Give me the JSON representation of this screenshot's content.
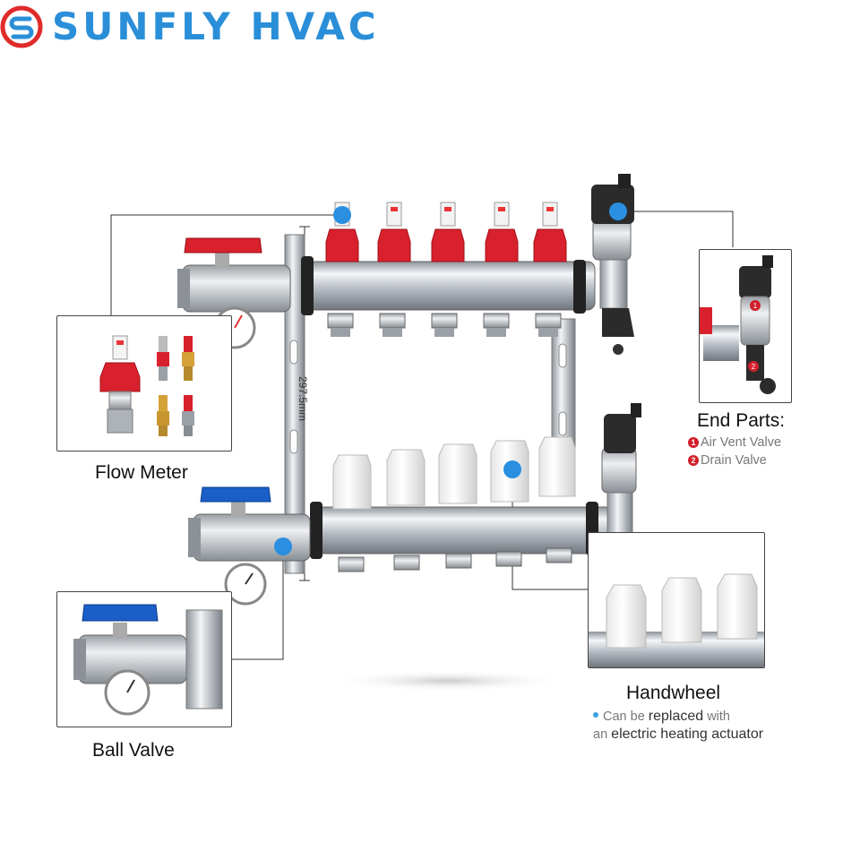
{
  "brand": {
    "name": "SUNFLY HVAC"
  },
  "dimension": {
    "label": "297.5mm"
  },
  "callouts": {
    "flow_meter": {
      "title": "Flow Meter"
    },
    "ball_valve": {
      "title": "Ball Valve"
    },
    "handwheel": {
      "title": "Handwheel",
      "line1_pre": "Can be",
      "line1_em": "replaced",
      "line1_post": "with",
      "line2_pre": "an",
      "line2_em": "electric heating actuator",
      "line2_post": ""
    },
    "end_parts": {
      "title": "End Parts:",
      "items": [
        {
          "num": "1",
          "label": "Air Vent Valve"
        },
        {
          "num": "2",
          "label": "Drain Valve"
        }
      ]
    }
  },
  "icons": [
    "sunfly-logo-icon",
    "flow-meter-icon",
    "ball-valve-icon",
    "thermometer-icon",
    "handwheel-icon",
    "air-vent-valve-icon",
    "drain-valve-icon",
    "hotspot-dot-icon"
  ],
  "colors": {
    "brand_blue": "#2a8fd8",
    "logo_red": "#e02b2b",
    "valve_red": "#d8212c",
    "valve_blue": "#1a5fc8",
    "hotspot_blue": "#2a8fe0",
    "steel": "#c4c9cf"
  }
}
